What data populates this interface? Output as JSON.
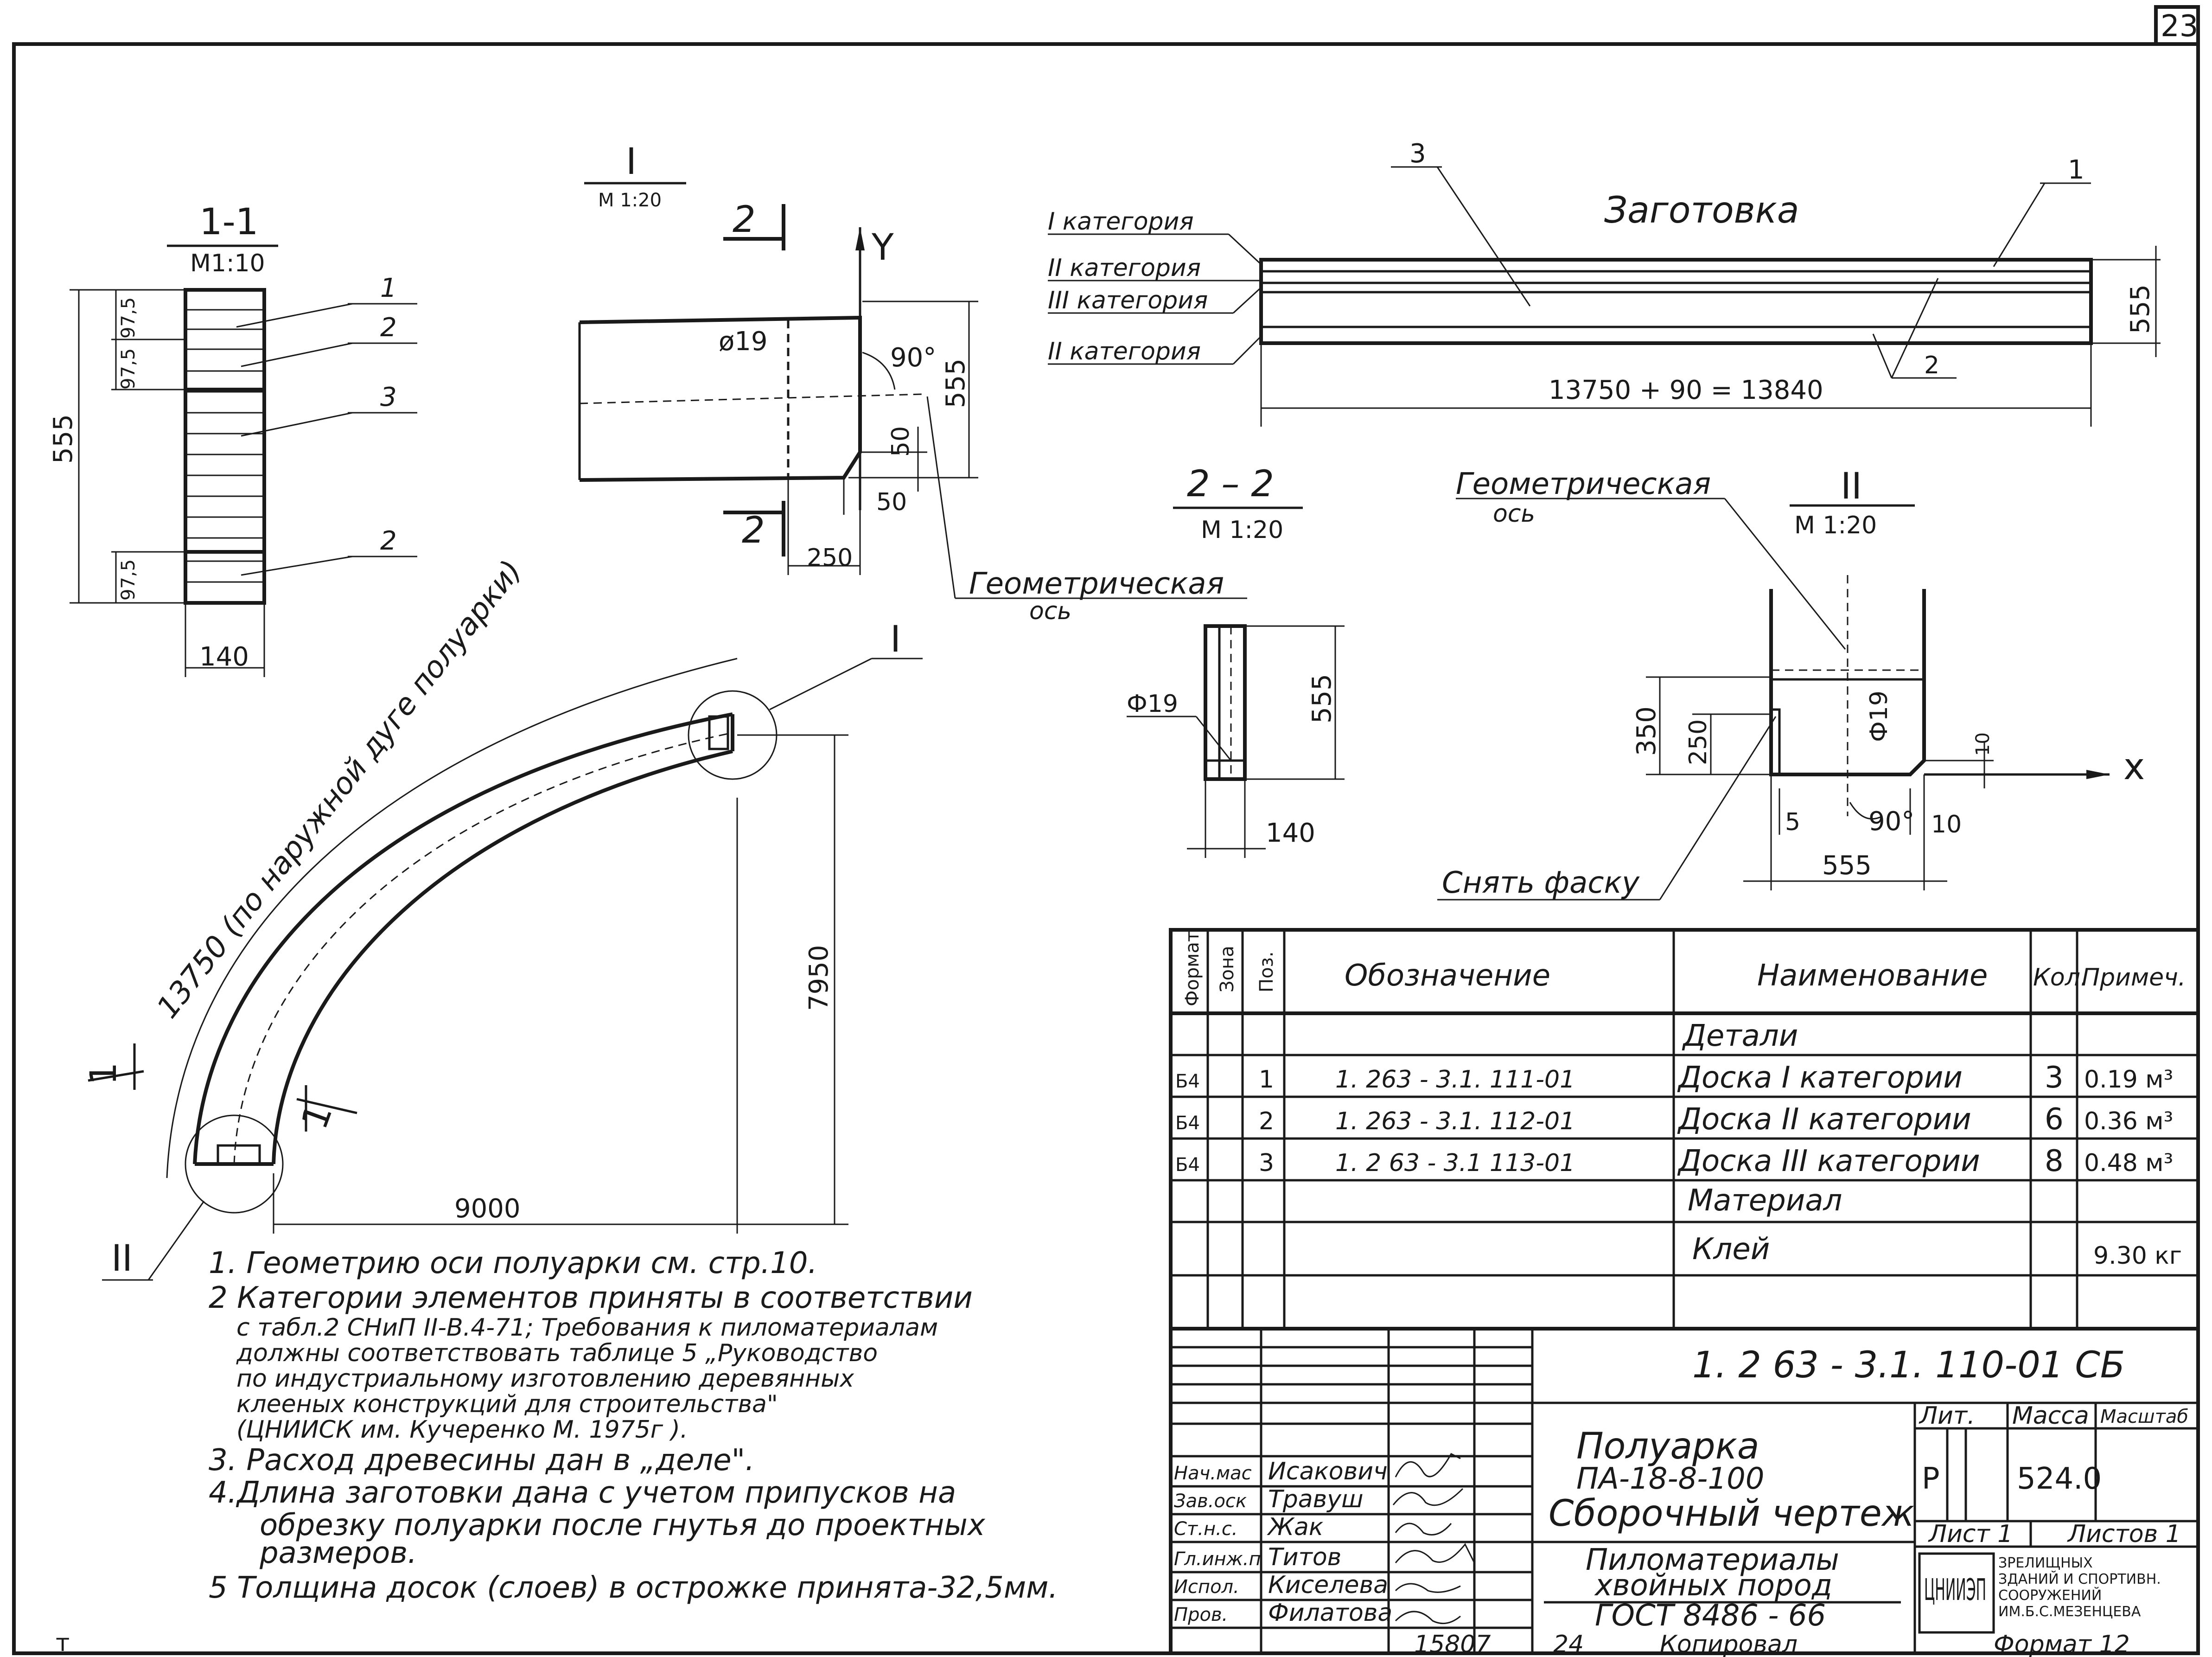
{
  "sheet": {
    "page_number": "23",
    "bottom_left_mark": "т",
    "bottom_numbers": [
      "15807",
      "24"
    ],
    "bottom_copy_label": "Копировал",
    "bottom_format": "Формат 12"
  },
  "section_1_1": {
    "title": "1-1",
    "scale": "М1:10",
    "dim_height": "555",
    "dim_top_a": "97,5",
    "dim_top_b": "97,5",
    "dim_bottom": "97,5",
    "dim_width": "140",
    "callouts": [
      "1",
      "2",
      "3",
      "2"
    ]
  },
  "detail_I": {
    "title": "I",
    "scale": "М 1:20",
    "cut_label": "2",
    "axis_y": "Y",
    "hole": "ø19",
    "angle": "90°",
    "dim_height": "555",
    "dim_chamfer_v": "50",
    "dim_chamfer_h": "50",
    "dim_offset": "250"
  },
  "geom_axis_label_1": [
    "Геометрическая",
    "ось"
  ],
  "blank": {
    "title": "Заготовка",
    "callout_top_left": "3",
    "callout_top_right": "1",
    "callout_bottom": "2",
    "layers": [
      "I категория",
      "II категория",
      "III категория",
      "II категория"
    ],
    "dim_height": "555",
    "dim_length": "13750 + 90 = 13840"
  },
  "section_2_2": {
    "title": "2 – 2",
    "scale": "М 1:20",
    "hole": "Ф19",
    "dim_height": "555",
    "dim_width": "140"
  },
  "geom_axis_label_2": [
    "Геометрическая",
    "ось"
  ],
  "detail_II": {
    "title": "II",
    "scale": "М 1:20",
    "hole": "Ф19",
    "dim_350": "350",
    "dim_250": "250",
    "dim_10_v": "10",
    "axis_x": "x",
    "dim_5": "5",
    "angle": "90°",
    "dim_10_h": "10",
    "dim_width": "555",
    "note_chamfer": "Снять фаску"
  },
  "arch": {
    "arc_label": "13750 (по наружной дуге полуарки)",
    "dim_span": "9000",
    "dim_rise": "7950",
    "marker_I": "I",
    "marker_II": "II",
    "cut_label": "1"
  },
  "notes": [
    "1. Геометрию оси полуарки см. стр.10.",
    "2 Категории элементов приняты в соответствии",
    "с табл.2 СНиП II-В.4-71; Требования к пиломатериалам",
    "должны соответствовать таблице 5 „Руководство",
    "по индустриальному изготовлению деревянных",
    "клееных конструкций для строительства\"",
    "(ЦНИИСК им. Кучеренко М. 1975г ).",
    "3. Расход древесины дан в „деле\".",
    "4.Длина заготовки дана с учетом припусков на",
    "обрезку полуарки после гнутья до проектных",
    "размеров.",
    "5 Толщина досок (слоев) в острожке принята-32,5мм."
  ],
  "spec_table": {
    "headers": [
      "Формат",
      "Зона",
      "Поз.",
      "Обозначение",
      "Наименование",
      "Кол.",
      "Примеч."
    ],
    "section_details": "Детали",
    "rows": [
      {
        "format": "Б4",
        "zone": "",
        "pos": "1",
        "designation": "1. 263 - 3.1. 111-01",
        "name": "Доска I категории",
        "qty": "3",
        "note": "0.19 м³"
      },
      {
        "format": "Б4",
        "zone": "",
        "pos": "2",
        "designation": "1. 263 - 3.1. 112-01",
        "name": "Доска II категории",
        "qty": "6",
        "note": "0.36 м³"
      },
      {
        "format": "Б4",
        "zone": "",
        "pos": "3",
        "designation": "1. 2 63 - 3.1 113-01",
        "name": "Доска III категории",
        "qty": "8",
        "note": "0.48 м³"
      }
    ],
    "section_material": "Материал",
    "glue_name": "Клей",
    "glue_note": "9.30 кг"
  },
  "title_block": {
    "doc_number": "1. 2 63 - 3.1. 110-01 СБ",
    "title_lines": [
      "Полуарка",
      "ПА-18-8-100",
      "Сборочный чертеж"
    ],
    "lit_header": "Лит.",
    "mass_header": "Масса",
    "scale_header": "Масштаб",
    "lit_value": "Р",
    "mass_value": "524.0",
    "sheet_label": "Лист 1",
    "sheets_label": "Листов 1",
    "material_lines": [
      "Пиломатериалы",
      "хвойных пород",
      "ГОСТ 8486 - 66"
    ],
    "org_logo": "ЦНИИЭП",
    "org_lines": [
      "ЗРЕЛИЩНЫХ",
      "ЗДАНИЙ И СПОРТИВН.",
      "СООРУЖЕНИЙ",
      "ИМ.Б.С.МЕЗЕНЦЕВА"
    ],
    "staff": [
      {
        "role": "Нач.мас",
        "name": "Исакович"
      },
      {
        "role": "Зав.оск",
        "name": "Травуш"
      },
      {
        "role": "Ст.н.с.",
        "name": "Жак"
      },
      {
        "role": "Гл.инж.п",
        "name": "Титов"
      },
      {
        "role": "Испол.",
        "name": "Киселева"
      },
      {
        "role": "Пров.",
        "name": "Филатова"
      }
    ]
  }
}
